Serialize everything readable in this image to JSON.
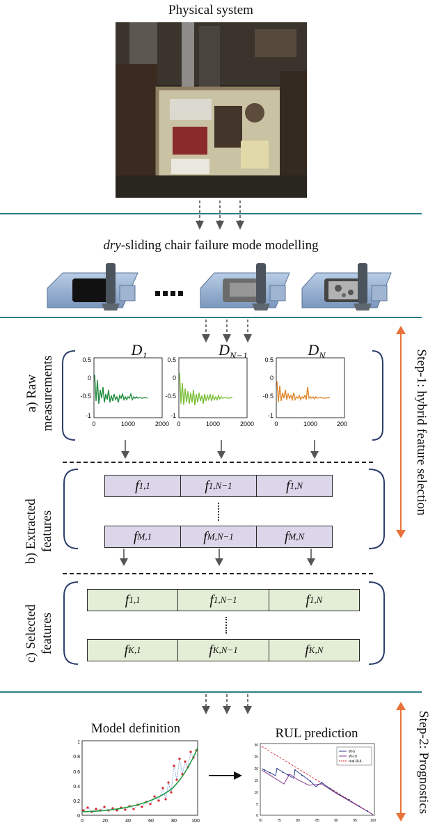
{
  "physical_system": {
    "title": "Physical system"
  },
  "failure_modelling": {
    "title_prefix": "dry",
    "title_rest": "-sliding chair failure mode modelling"
  },
  "raw": {
    "side_label_line1": "a) Raw",
    "side_label_line2": "measurements",
    "plots": [
      {
        "name_base": "D",
        "name_sub": "1",
        "color": "#1e8a3c"
      },
      {
        "name_base": "D",
        "name_sub": "N−1",
        "color": "#7cbf3a"
      },
      {
        "name_base": "D",
        "name_sub": "N",
        "color": "#e0862a"
      }
    ],
    "y_ticks": [
      "0.5",
      "0",
      "-0.5",
      "-1"
    ],
    "x_ticks": [
      "0",
      "1000",
      "2000"
    ],
    "x_tick_last_partial": "200"
  },
  "extracted": {
    "side_label_line1": "b) Extracted",
    "side_label_line2": "features",
    "row1": [
      {
        "base": "f",
        "sub": "1,1"
      },
      {
        "base": "f",
        "sub": "1,N−1"
      },
      {
        "base": "f",
        "sub": "1,N"
      }
    ],
    "row2": [
      {
        "base": "f",
        "sub": "M,1"
      },
      {
        "base": "f",
        "sub": "M,N−1"
      },
      {
        "base": "f",
        "sub": "M,N"
      }
    ]
  },
  "selected": {
    "side_label_line1": "c) Selected",
    "side_label_line2": "features",
    "row1": [
      {
        "base": "f",
        "sub": "1,1"
      },
      {
        "base": "f",
        "sub": "1,N−1"
      },
      {
        "base": "f",
        "sub": "1,N"
      }
    ],
    "row2": [
      {
        "base": "f",
        "sub": "K,1"
      },
      {
        "base": "f",
        "sub": "K,N−1"
      },
      {
        "base": "f",
        "sub": "K,N"
      }
    ]
  },
  "step1_label": "Step-1: hybrid feature selection",
  "step2_label": "Step-2: Prognostics",
  "model_definition": {
    "title": "Model definition",
    "y_ticks": [
      "1",
      "0.8",
      "0.6",
      "0.4",
      "0.2",
      "0"
    ],
    "x_ticks": [
      "0",
      "20",
      "40",
      "60",
      "80",
      "100"
    ]
  },
  "rul_prediction": {
    "title": "RUL prediction",
    "legend": [
      "W-5",
      "W-10",
      "real RUL"
    ],
    "y_ticks": [
      "30",
      "25",
      "20",
      "15",
      "10",
      "5",
      "0"
    ],
    "x_ticks": [
      "70",
      "75",
      "80",
      "85",
      "90",
      "95",
      "100"
    ]
  },
  "colors": {
    "rule": "#2c7f86",
    "step_arrow": "#e8733a",
    "purple_bar": "#dcd6ea",
    "green_bar": "#e4edd5"
  }
}
